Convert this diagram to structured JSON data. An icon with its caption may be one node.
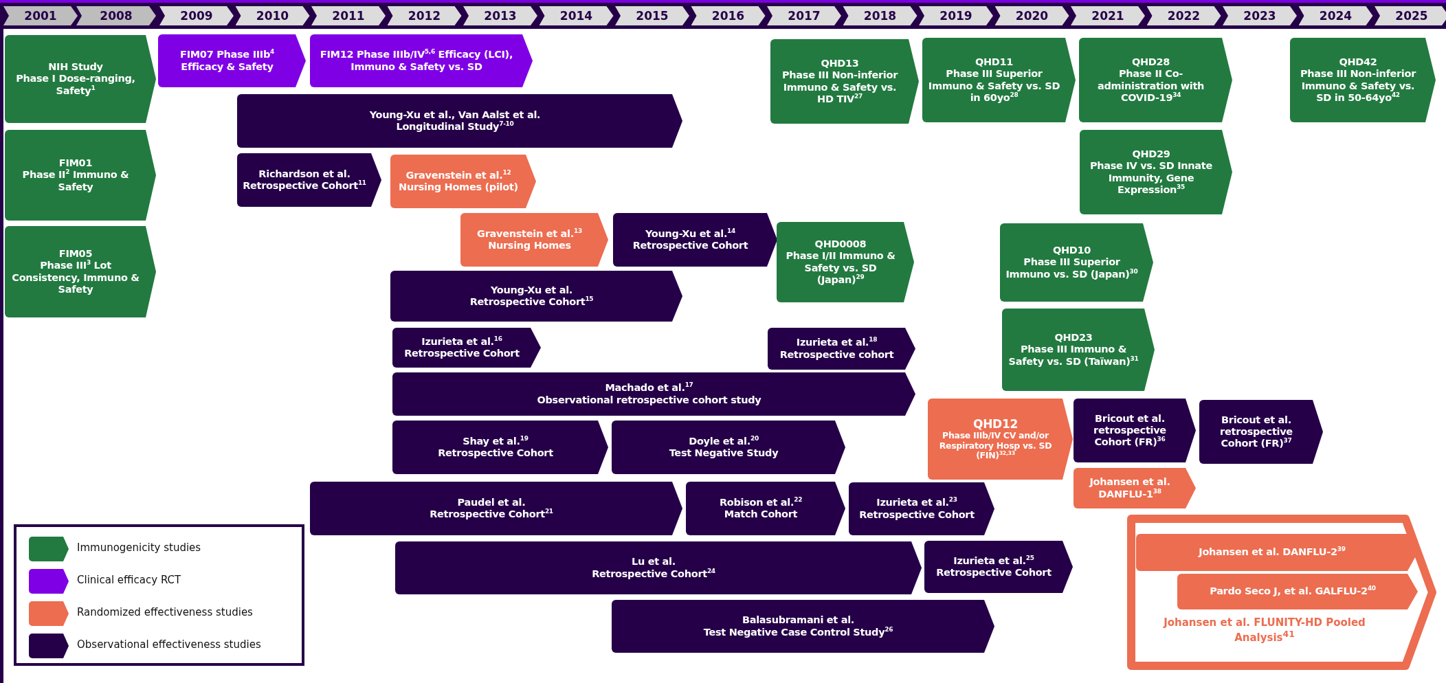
{
  "diagram": {
    "nodes": [
      {
        "text": [
          "NIH Study",
          "Phase I Dose-ranging, Safety$^{1}$"
        ]
      },
      {
        "text": [
          "FIM01",
          "Phase II$^{2}$ Immuno & Safety"
        ]
      },
      {
        "text": [
          "FIM05",
          "Phase III$^{3}$ Lot Consistency, Immuno & Safety"
        ]
      },
      {
        "text": [
          "FIM07 Phase IIIb$^{4}$ Efficacy & Safety"
        ]
      },
      {
        "text": [
          "FIM12 Phase IIIb/IV$^{5,6}$ Efficacy (LCI), Immuno & Safety vs. SD"
        ]
      },
      {
        "text": [
          "Young-Xu et al., Van Aalst et al.",
          "Longitudinal Study$^{7-10}$"
        ]
      },
      {
        "text": [
          "Richardson et al.",
          "Retrospective Cohort$^{11}$"
        ]
      },
      {
        "text": [
          "Gravenstein et al.$^{12}$",
          "Nursing Homes (pilot)"
        ]
      },
      {
        "text": [
          "Gravenstein et al.$^{13}$",
          "Nursing Homes"
        ]
      },
      {
        "text": [
          "Young-Xu et al.$^{14}$",
          "Retrospective Cohort"
        ]
      },
      {
        "text": [
          "QHD13",
          "Phase III Non-inferior Immuno & Safety vs. HD TIV$^{27}$"
        ]
      },
      {
        "text": [
          "QHD11",
          "Phase III Superior Immuno & Safety vs. SD in 60yo$^{28}$"
        ]
      },
      {
        "text": [
          "QHD28",
          "Phase II Co-administration with COVID-19$^{34}$"
        ]
      },
      {
        "text": [
          "QHD42",
          "Phase III Non-inferior Immuno & Safety vs. SD in 50-64yo$^{42}$"
        ]
      },
      {
        "text": [
          "QHD29",
          "Phase IV vs. SD Innate Immunity, Gene Expression$^{35}$"
        ]
      },
      {
        "text": [
          "QHD0008",
          "Phase I/II Immuno & Safety vs. SD (Japan)$^{29}$"
        ]
      },
      {
        "text": [
          "Young-Xu et al.",
          "Retrospective Cohort$^{15}$"
        ]
      },
      {
        "text": [
          "QHD10",
          "Phase III Superior Immuno vs. SD (Japan)$^{30}$"
        ]
      },
      {
        "text": [
          "Izurieta et al.$^{16}$",
          "Retrospective Cohort"
        ]
      },
      {
        "text": [
          "Izurieta et al.$^{18}$",
          "Retrospective cohort"
        ]
      },
      {
        "text": [
          "QHD23",
          "Phase III Immuno & Safety vs. SD (Taïwan)$^{31}$"
        ]
      },
      {
        "text": [
          "Machado et al.$^{17}$",
          "Observational retrospective cohort study"
        ]
      },
      {
        "text": [
          "QHD12",
          "Phase IIIb/IV CV and/or Respiratory Hosp vs. SD (FIN)$^{32,33}$"
        ]
      },
      {
        "text": [
          "Bricout et al.",
          "retrospective Cohort (FR)$^{36}$"
        ]
      },
      {
        "text": [
          "Bricout et al.",
          "retrospective Cohort (FR)$^{37}$"
        ]
      },
      {
        "text": [
          "Shay et al.$^{19}$",
          "Retrospective Cohort"
        ]
      },
      {
        "text": [
          "Doyle et al.$^{20}$",
          "Test Negative Study"
        ]
      },
      {
        "text": [
          "Johansen et al.",
          "DANFLU-1$^{38}$"
        ]
      },
      {
        "text": [
          "Paudel et al.",
          "Retrospective Cohort$^{21}$"
        ]
      },
      {
        "text": [
          "Robison et al.$^{22}$",
          "Match Cohort"
        ]
      },
      {
        "text": [
          "Izurieta et al.$^{23}$",
          "Retrospective Cohort"
        ]
      },
      {
        "text": [
          "Johansen et al. FLUNITY-HD Pooled Analysis$^{41}$"
        ]
      },
      {
        "text": [
          "Johansen et al. DANFLU-2$^{39}$"
        ],
        "in": 31
      },
      {
        "text": [
          "Pardo Seco J, et al. GALFLU-2$^{40}$"
        ],
        "in": 31
      },
      {
        "text": [
          "Lu et al.",
          "Retrospective Cohort$^{24}$"
        ]
      },
      {
        "text": [
          "Izurieta et al.$^{25}$",
          "Retrospective Cohort"
        ]
      },
      {
        "text": [
          "Balasubramani et al.",
          "Test Negative Case Control Study$^{26}$"
        ]
      }
    ],
    "labels": [
      "2001",
      "2008",
      "2009",
      "2010",
      "2011",
      "2012",
      "2013",
      "2014",
      "2015",
      "2016",
      "2017",
      "2018",
      "2019",
      "2020",
      "2021",
      "2022",
      "2023",
      "2024",
      "2025"
    ],
    "legend": [
      {
        "text": "Immunogenicity studies",
        "color": "#227a40"
      },
      {
        "text": "Clinical efficacy RCT",
        "color": "#8000e6"
      },
      {
        "text": "Randomized effectiveness studies",
        "color": "#ec6d50"
      },
      {
        "text": "Observational effectiveness studies",
        "color": "#250048"
      }
    ]
  }
}
